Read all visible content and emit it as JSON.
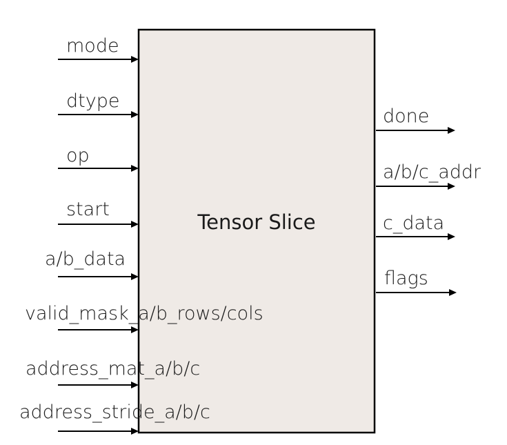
{
  "block": {
    "label": "Tensor Slice",
    "fill_color": "#efeae6",
    "border_color": "#000000"
  },
  "inputs": [
    {
      "label": "mode"
    },
    {
      "label": "dtype"
    },
    {
      "label": "op"
    },
    {
      "label": "start"
    },
    {
      "label": "a/b_data"
    },
    {
      "label": "valid_mask_a/b_rows/cols"
    },
    {
      "label": "address_mat_a/b/c"
    },
    {
      "label": "address_stride_a/b/c"
    }
  ],
  "outputs": [
    {
      "label": "done"
    },
    {
      "label": "a/b/c_addr"
    },
    {
      "label": "c_data"
    },
    {
      "label": "flags"
    }
  ]
}
